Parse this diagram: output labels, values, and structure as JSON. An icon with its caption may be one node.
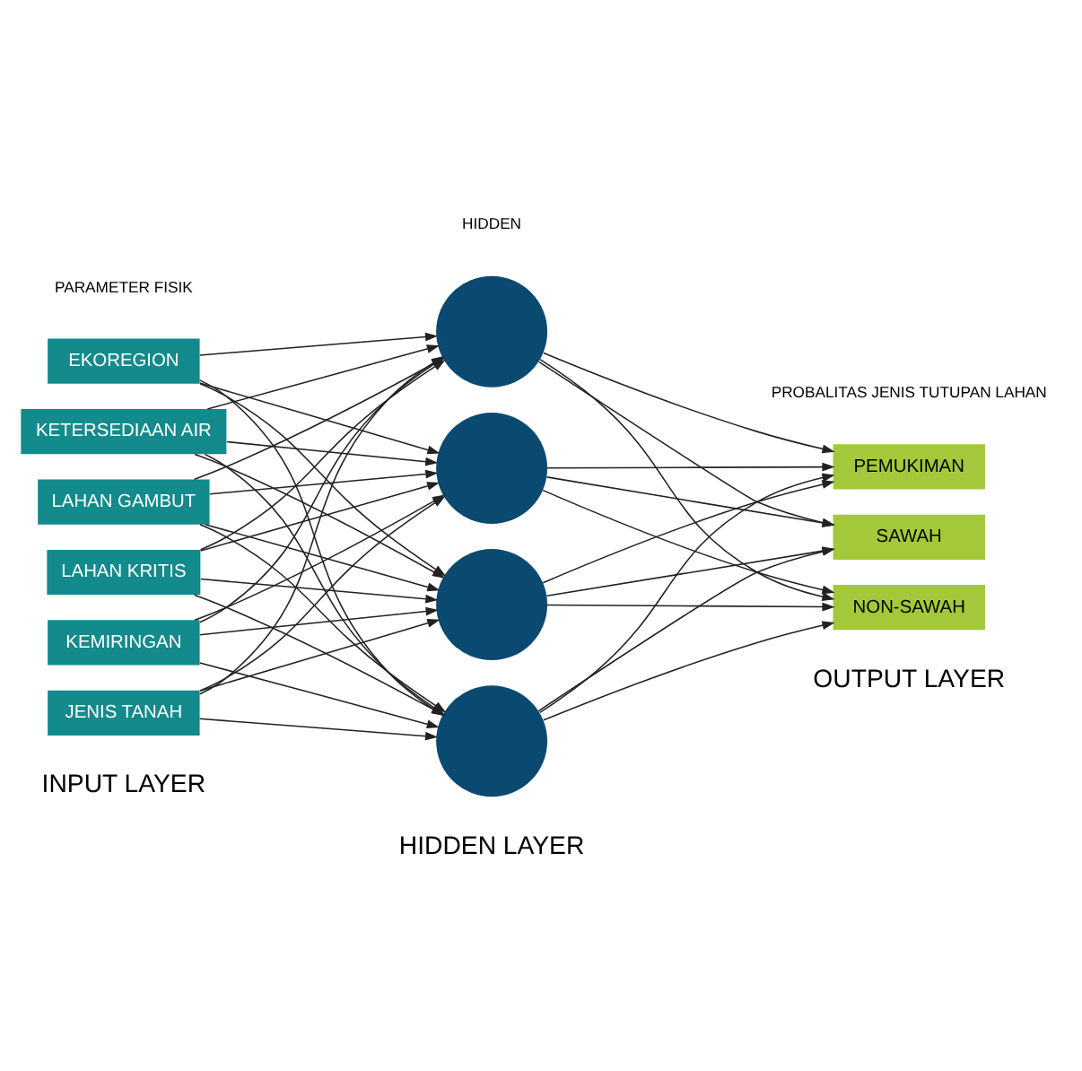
{
  "diagram": {
    "nodes": [
      {
        "text": [
          "EKOREGION"
        ]
      },
      {
        "text": [
          "KETERSEDIAAN AIR"
        ]
      },
      {
        "text": [
          "LAHAN GAMBUT"
        ]
      },
      {
        "text": [
          "LAHAN KRITIS"
        ]
      },
      {
        "text": [
          "KEMIRINGAN"
        ]
      },
      {
        "text": [
          "JENIS TANAH"
        ]
      },
      {
        "text": [],
        "shape": "circle"
      },
      {
        "text": [],
        "shape": "circle"
      },
      {
        "text": [],
        "shape": "circle"
      },
      {
        "text": [],
        "shape": "circle"
      },
      {
        "text": [
          "PEMUKIMAN"
        ]
      },
      {
        "text": [
          "SAWAH"
        ]
      },
      {
        "text": [
          "NON-SAWAH"
        ]
      }
    ],
    "edges": [
      {
        "from": 0,
        "to": 6,
        "arrow": "to"
      },
      {
        "from": 0,
        "to": 7,
        "arrow": "to"
      },
      {
        "from": 0,
        "to": 8,
        "arrow": "to"
      },
      {
        "from": 0,
        "to": 9,
        "arrow": "to"
      },
      {
        "from": 1,
        "to": 6,
        "arrow": "to"
      },
      {
        "from": 1,
        "to": 7,
        "arrow": "to"
      },
      {
        "from": 1,
        "to": 8,
        "arrow": "to"
      },
      {
        "from": 1,
        "to": 9,
        "arrow": "to"
      },
      {
        "from": 2,
        "to": 6,
        "arrow": "to"
      },
      {
        "from": 2,
        "to": 7,
        "arrow": "to"
      },
      {
        "from": 2,
        "to": 8,
        "arrow": "to"
      },
      {
        "from": 2,
        "to": 9,
        "arrow": "to"
      },
      {
        "from": 3,
        "to": 6,
        "arrow": "to"
      },
      {
        "from": 3,
        "to": 7,
        "arrow": "to"
      },
      {
        "from": 3,
        "to": 8,
        "arrow": "to"
      },
      {
        "from": 3,
        "to": 9,
        "arrow": "to"
      },
      {
        "from": 4,
        "to": 6,
        "arrow": "to"
      },
      {
        "from": 4,
        "to": 7,
        "arrow": "to"
      },
      {
        "from": 4,
        "to": 8,
        "arrow": "to"
      },
      {
        "from": 4,
        "to": 9,
        "arrow": "to"
      },
      {
        "from": 5,
        "to": 6,
        "arrow": "to"
      },
      {
        "from": 5,
        "to": 7,
        "arrow": "to"
      },
      {
        "from": 5,
        "to": 8,
        "arrow": "to"
      },
      {
        "from": 5,
        "to": 9,
        "arrow": "to"
      },
      {
        "from": 6,
        "to": 10,
        "arrow": "to"
      },
      {
        "from": 6,
        "to": 11,
        "arrow": "to"
      },
      {
        "from": 6,
        "to": 12,
        "arrow": "to"
      },
      {
        "from": 7,
        "to": 10,
        "arrow": "to"
      },
      {
        "from": 7,
        "to": 11,
        "arrow": "to"
      },
      {
        "from": 7,
        "to": 12,
        "arrow": "to"
      },
      {
        "from": 8,
        "to": 10,
        "arrow": "to"
      },
      {
        "from": 8,
        "to": 11,
        "arrow": "to"
      },
      {
        "from": 8,
        "to": 12,
        "arrow": "to"
      },
      {
        "from": 9,
        "to": 10,
        "arrow": "to"
      },
      {
        "from": 9,
        "to": 11,
        "arrow": "to"
      },
      {
        "from": 9,
        "to": 12,
        "arrow": "to"
      }
    ],
    "labels": [
      "PARAMETER FISIK",
      "HIDDEN",
      "PROBALITAS JENIS TUTUPAN LAHAN",
      "INPUT LAYER",
      "HIDDEN LAYER",
      "OUTPUT LAYER"
    ]
  }
}
